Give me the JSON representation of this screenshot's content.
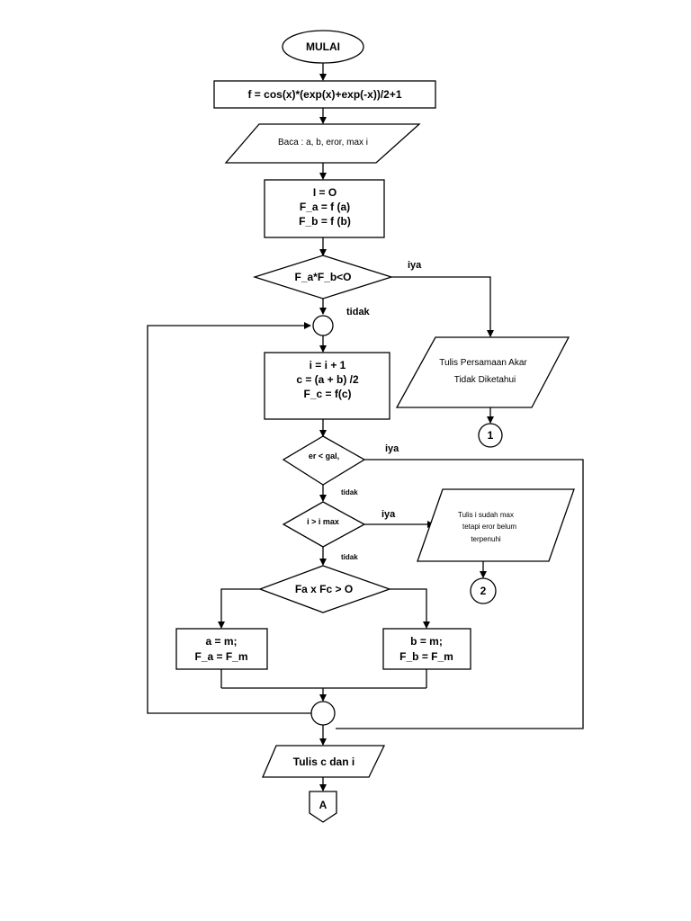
{
  "nodes": {
    "start": "MULAI",
    "func": "f = cos(x)*(exp(x)+exp(-x))/2+1",
    "input": "Baca : a, b, eror, max i",
    "init": [
      "I = O",
      "F_a = f (a)",
      "F_b = f (b)"
    ],
    "check_sign": "F_a*F_b<O",
    "no_root": [
      "Tulis Persamaan Akar",
      "Tidak Diketahui"
    ],
    "connector_1": "1",
    "iterate": [
      "i = i + 1",
      "c = (a + b) /2",
      "F_c = f(c)"
    ],
    "check_error": "er < gal,",
    "check_max": "i > i max",
    "max_reached": [
      "Tulis i sudah max",
      "tetapi eror belum",
      "terpenuhi"
    ],
    "connector_2": "2",
    "check_product": "Fa x Fc > O",
    "update_a": [
      "a = m;",
      "F_a = F_m"
    ],
    "update_b": [
      "b = m;",
      "F_b = F_m"
    ],
    "output": "Tulis c dan i",
    "offpage": "A"
  },
  "labels": {
    "yes_sign": "iya",
    "no_sign": "tidak",
    "yes_error": "iya",
    "no_error": "tidak",
    "yes_max": "iya",
    "no_max": "tidak"
  }
}
